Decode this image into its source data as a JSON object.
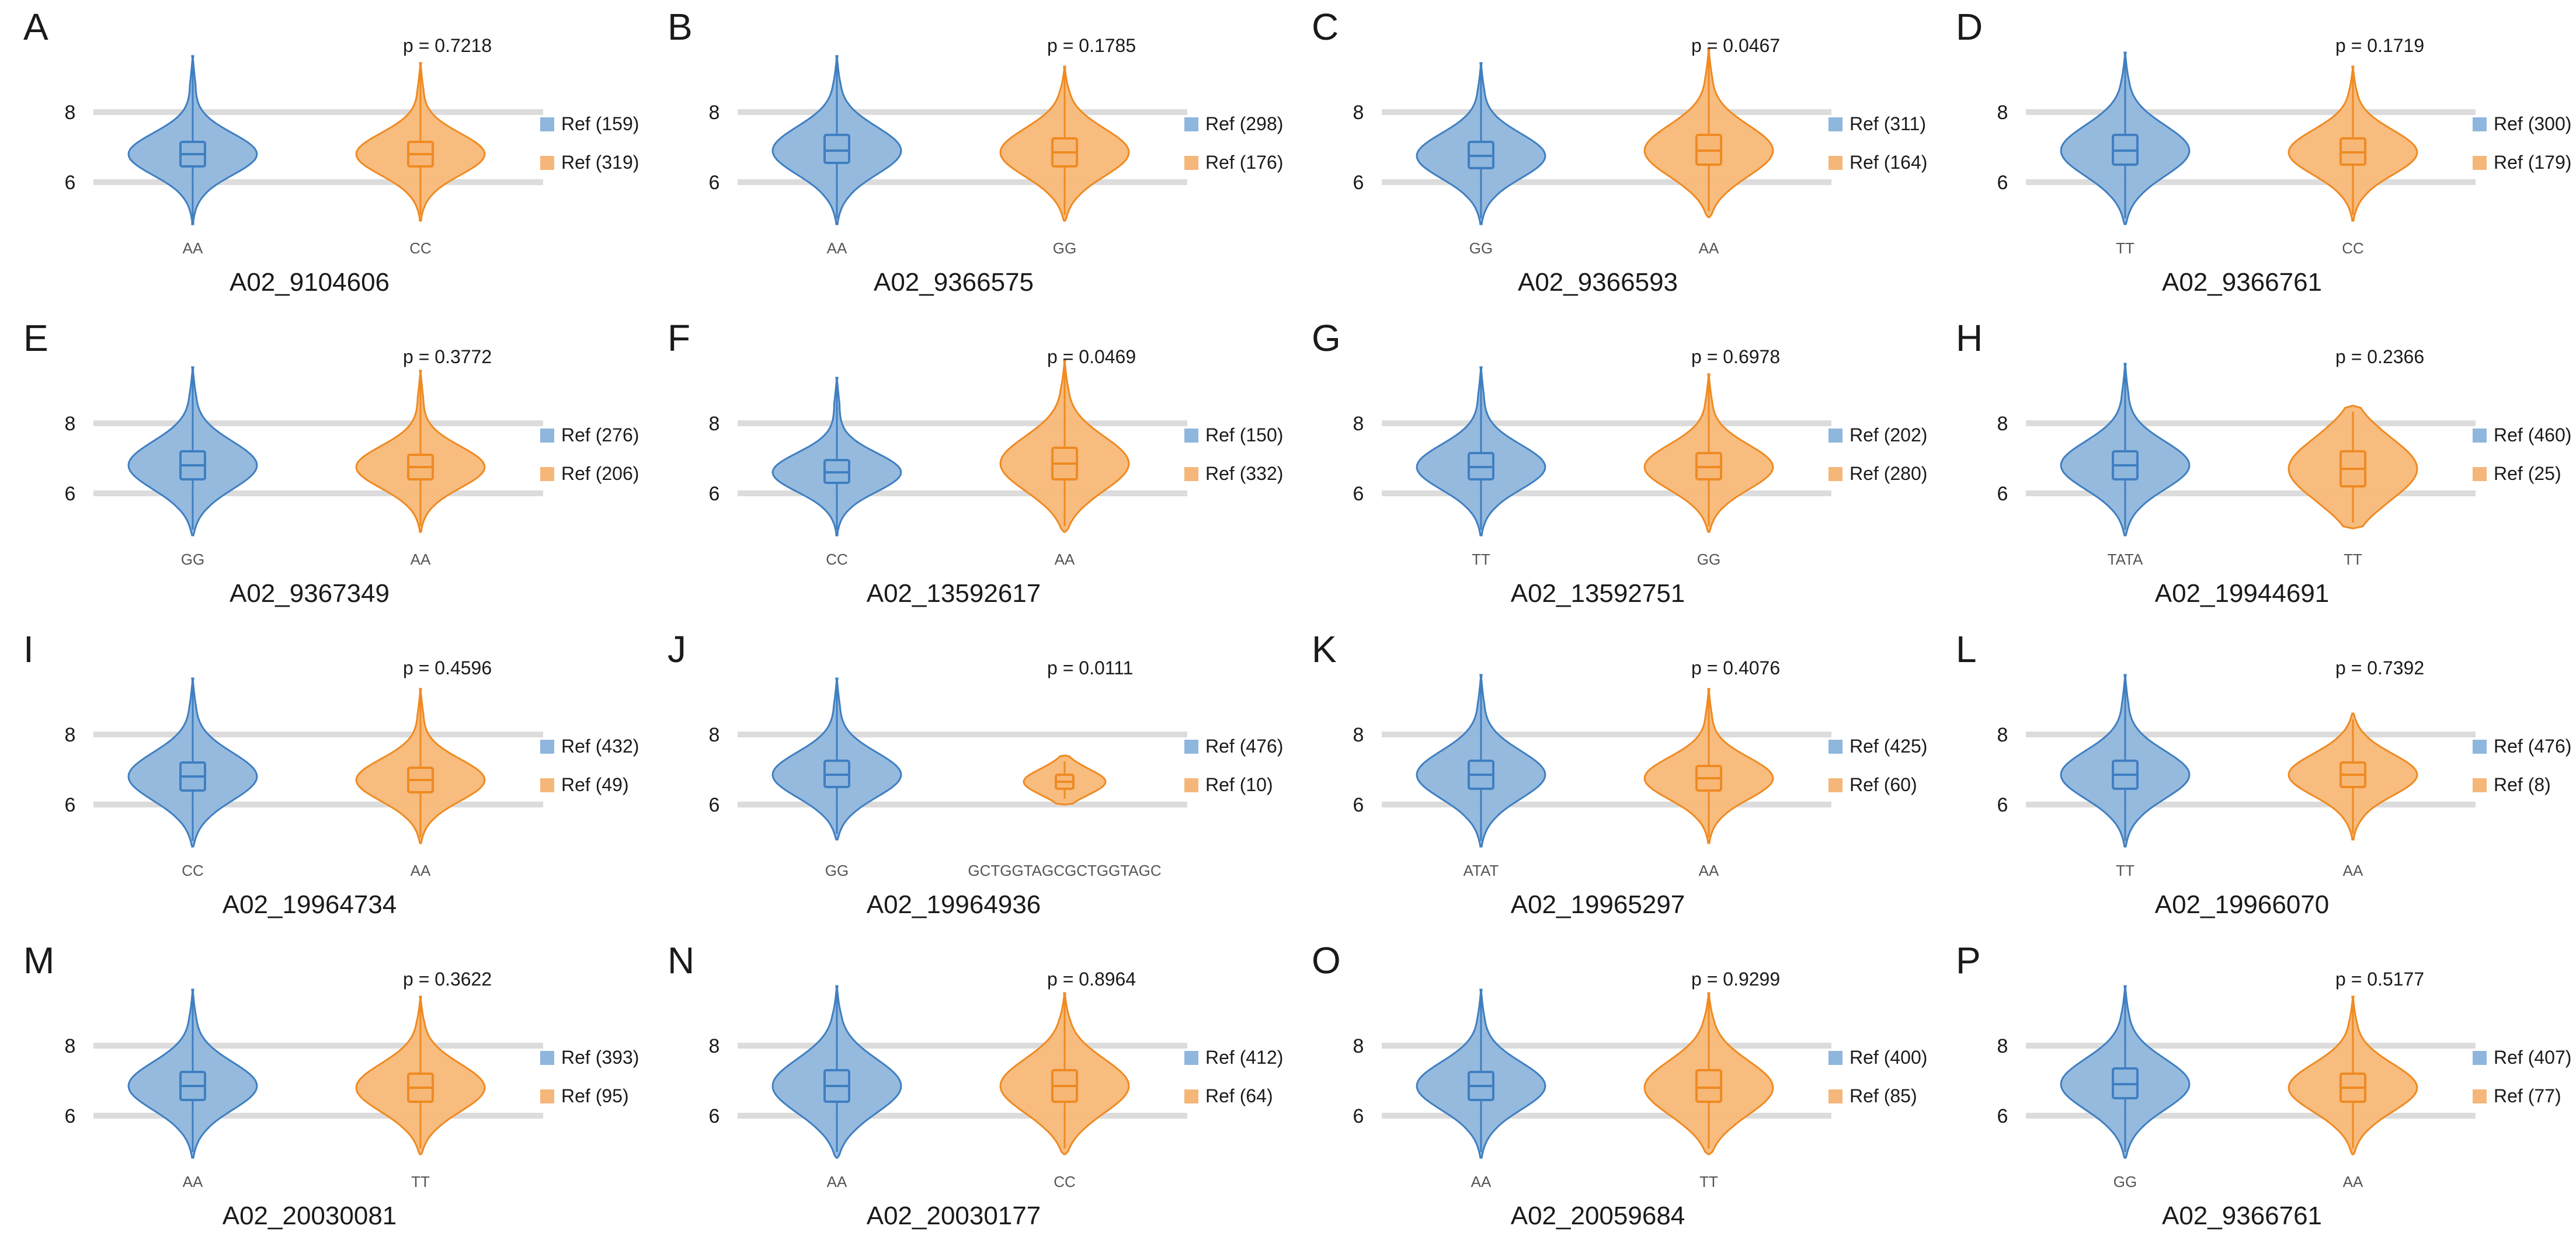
{
  "colors": {
    "blue_fill": "#8fb6dc",
    "blue_line": "#3f7fc1",
    "orange_fill": "#f7b877",
    "orange_line": "#ef8a22",
    "grid": "#dcdcdc",
    "legend_blue": "#8fb6dc",
    "legend_orange": "#f5b679"
  },
  "chart_data": [
    {
      "type": "violin",
      "label": "A",
      "title": "A02_9104606",
      "p_value": "p = 0.7218",
      "yticks": [
        6,
        8
      ],
      "categories": [
        "AA",
        "CC"
      ],
      "legend": [
        "Ref (159)",
        "Ref (319)"
      ],
      "series": [
        {
          "median": 6.8,
          "q1": 6.45,
          "q3": 7.15,
          "min": 4.8,
          "max": 9.6
        },
        {
          "median": 6.8,
          "q1": 6.45,
          "q3": 7.15,
          "min": 4.9,
          "max": 9.4
        }
      ]
    },
    {
      "type": "violin",
      "label": "B",
      "title": "A02_9366575",
      "p_value": "p = 0.1785",
      "yticks": [
        6,
        8
      ],
      "categories": [
        "AA",
        "GG"
      ],
      "legend": [
        "Ref (298)",
        "Ref (176)"
      ],
      "series": [
        {
          "median": 6.9,
          "q1": 6.55,
          "q3": 7.35,
          "min": 4.8,
          "max": 9.6
        },
        {
          "median": 6.85,
          "q1": 6.45,
          "q3": 7.25,
          "min": 4.9,
          "max": 9.3
        }
      ]
    },
    {
      "type": "violin",
      "label": "C",
      "title": "A02_9366593",
      "p_value": "p = 0.0467",
      "yticks": [
        6,
        8
      ],
      "categories": [
        "GG",
        "AA"
      ],
      "legend": [
        "Ref (311)",
        "Ref (164)"
      ],
      "series": [
        {
          "median": 6.75,
          "q1": 6.4,
          "q3": 7.15,
          "min": 4.8,
          "max": 9.4
        },
        {
          "median": 6.9,
          "q1": 6.5,
          "q3": 7.35,
          "min": 5.0,
          "max": 9.8
        }
      ]
    },
    {
      "type": "violin",
      "label": "D",
      "title": "A02_9366761",
      "p_value": "p = 0.1719",
      "yticks": [
        6,
        8
      ],
      "categories": [
        "TT",
        "CC"
      ],
      "legend": [
        "Ref (300)",
        "Ref (179)"
      ],
      "series": [
        {
          "median": 6.9,
          "q1": 6.5,
          "q3": 7.35,
          "min": 4.8,
          "max": 9.7
        },
        {
          "median": 6.85,
          "q1": 6.5,
          "q3": 7.25,
          "min": 4.9,
          "max": 9.3
        }
      ]
    },
    {
      "type": "violin",
      "label": "E",
      "title": "A02_9367349",
      "p_value": "p = 0.3772",
      "yticks": [
        6,
        8
      ],
      "categories": [
        "GG",
        "AA"
      ],
      "legend": [
        "Ref (276)",
        "Ref (206)"
      ],
      "series": [
        {
          "median": 6.8,
          "q1": 6.4,
          "q3": 7.2,
          "min": 4.8,
          "max": 9.6
        },
        {
          "median": 6.75,
          "q1": 6.4,
          "q3": 7.1,
          "min": 4.9,
          "max": 9.5
        }
      ]
    },
    {
      "type": "violin",
      "label": "F",
      "title": "A02_13592617",
      "p_value": "p = 0.0469",
      "yticks": [
        6,
        8
      ],
      "categories": [
        "CC",
        "AA"
      ],
      "legend": [
        "Ref (150)",
        "Ref (332)"
      ],
      "series": [
        {
          "median": 6.6,
          "q1": 6.3,
          "q3": 6.95,
          "min": 4.8,
          "max": 9.3
        },
        {
          "median": 6.85,
          "q1": 6.4,
          "q3": 7.3,
          "min": 4.9,
          "max": 9.8
        }
      ]
    },
    {
      "type": "violin",
      "label": "G",
      "title": "A02_13592751",
      "p_value": "p = 0.6978",
      "yticks": [
        6,
        8
      ],
      "categories": [
        "TT",
        "GG"
      ],
      "legend": [
        "Ref (202)",
        "Ref (280)"
      ],
      "series": [
        {
          "median": 6.75,
          "q1": 6.4,
          "q3": 7.15,
          "min": 4.8,
          "max": 9.6
        },
        {
          "median": 6.75,
          "q1": 6.4,
          "q3": 7.15,
          "min": 4.9,
          "max": 9.4
        }
      ]
    },
    {
      "type": "violin",
      "label": "H",
      "title": "A02_19944691",
      "p_value": "p = 0.2366",
      "yticks": [
        6,
        8
      ],
      "categories": [
        "TATA",
        "TT"
      ],
      "legend": [
        "Ref (460)",
        "Ref (25)"
      ],
      "series": [
        {
          "median": 6.8,
          "q1": 6.4,
          "q3": 7.2,
          "min": 4.8,
          "max": 9.7
        },
        {
          "median": 6.7,
          "q1": 6.2,
          "q3": 7.2,
          "min": 5.0,
          "max": 8.5
        }
      ]
    },
    {
      "type": "violin",
      "label": "I",
      "title": "A02_19964734",
      "p_value": "p = 0.4596",
      "yticks": [
        6,
        8
      ],
      "categories": [
        "CC",
        "AA"
      ],
      "legend": [
        "Ref (432)",
        "Ref (49)"
      ],
      "series": [
        {
          "median": 6.8,
          "q1": 6.4,
          "q3": 7.2,
          "min": 4.8,
          "max": 9.6
        },
        {
          "median": 6.7,
          "q1": 6.35,
          "q3": 7.05,
          "min": 4.9,
          "max": 9.3
        }
      ]
    },
    {
      "type": "violin",
      "label": "J",
      "title": "A02_19964936",
      "p_value": "p = 0.0111",
      "yticks": [
        6,
        8
      ],
      "categories": [
        "GG",
        "GCTGGTAGCGCTGGTAGC"
      ],
      "legend": [
        "Ref (476)",
        "Ref (10)"
      ],
      "series": [
        {
          "median": 6.85,
          "q1": 6.5,
          "q3": 7.25,
          "min": 5.0,
          "max": 9.6
        },
        {
          "median": 6.65,
          "q1": 6.45,
          "q3": 6.85,
          "min": 6.0,
          "max": 7.4
        }
      ]
    },
    {
      "type": "violin",
      "label": "K",
      "title": "A02_19965297",
      "p_value": "p = 0.4076",
      "yticks": [
        6,
        8
      ],
      "categories": [
        "ATAT",
        "AA"
      ],
      "legend": [
        "Ref (425)",
        "Ref (60)"
      ],
      "series": [
        {
          "median": 6.85,
          "q1": 6.45,
          "q3": 7.25,
          "min": 4.8,
          "max": 9.7
        },
        {
          "median": 6.75,
          "q1": 6.4,
          "q3": 7.1,
          "min": 4.9,
          "max": 9.3
        }
      ]
    },
    {
      "type": "violin",
      "label": "L",
      "title": "A02_19966070",
      "p_value": "p = 0.7392",
      "yticks": [
        6,
        8
      ],
      "categories": [
        "TT",
        "AA"
      ],
      "legend": [
        "Ref (476)",
        "Ref (8)"
      ],
      "series": [
        {
          "median": 6.85,
          "q1": 6.45,
          "q3": 7.25,
          "min": 4.8,
          "max": 9.7
        },
        {
          "median": 6.85,
          "q1": 6.5,
          "q3": 7.2,
          "min": 5.0,
          "max": 8.6
        }
      ]
    },
    {
      "type": "violin",
      "label": "M",
      "title": "A02_20030081",
      "p_value": "p = 0.3622",
      "yticks": [
        6,
        8
      ],
      "categories": [
        "AA",
        "TT"
      ],
      "legend": [
        "Ref (393)",
        "Ref (95)"
      ],
      "series": [
        {
          "median": 6.85,
          "q1": 6.45,
          "q3": 7.25,
          "min": 4.8,
          "max": 9.6
        },
        {
          "median": 6.8,
          "q1": 6.4,
          "q3": 7.2,
          "min": 4.9,
          "max": 9.4
        }
      ]
    },
    {
      "type": "violin",
      "label": "N",
      "title": "A02_20030177",
      "p_value": "p = 0.8964",
      "yticks": [
        6,
        8
      ],
      "categories": [
        "AA",
        "CC"
      ],
      "legend": [
        "Ref (412)",
        "Ref (64)"
      ],
      "series": [
        {
          "median": 6.85,
          "q1": 6.4,
          "q3": 7.3,
          "min": 4.8,
          "max": 9.7
        },
        {
          "median": 6.85,
          "q1": 6.4,
          "q3": 7.3,
          "min": 4.9,
          "max": 9.5
        }
      ]
    },
    {
      "type": "violin",
      "label": "O",
      "title": "A02_20059684",
      "p_value": "p = 0.9299",
      "yticks": [
        6,
        8
      ],
      "categories": [
        "AA",
        "TT"
      ],
      "legend": [
        "Ref (400)",
        "Ref (85)"
      ],
      "series": [
        {
          "median": 6.85,
          "q1": 6.45,
          "q3": 7.25,
          "min": 4.8,
          "max": 9.6
        },
        {
          "median": 6.8,
          "q1": 6.4,
          "q3": 7.3,
          "min": 4.9,
          "max": 9.5
        }
      ]
    },
    {
      "type": "violin",
      "label": "P",
      "title": "A02_9366761",
      "p_value": "p = 0.5177",
      "yticks": [
        6,
        8
      ],
      "categories": [
        "GG",
        "AA"
      ],
      "legend": [
        "Ref (407)",
        "Ref (77)"
      ],
      "series": [
        {
          "median": 6.9,
          "q1": 6.5,
          "q3": 7.35,
          "min": 4.8,
          "max": 9.7
        },
        {
          "median": 6.8,
          "q1": 6.4,
          "q3": 7.2,
          "min": 4.9,
          "max": 9.4
        }
      ]
    }
  ]
}
